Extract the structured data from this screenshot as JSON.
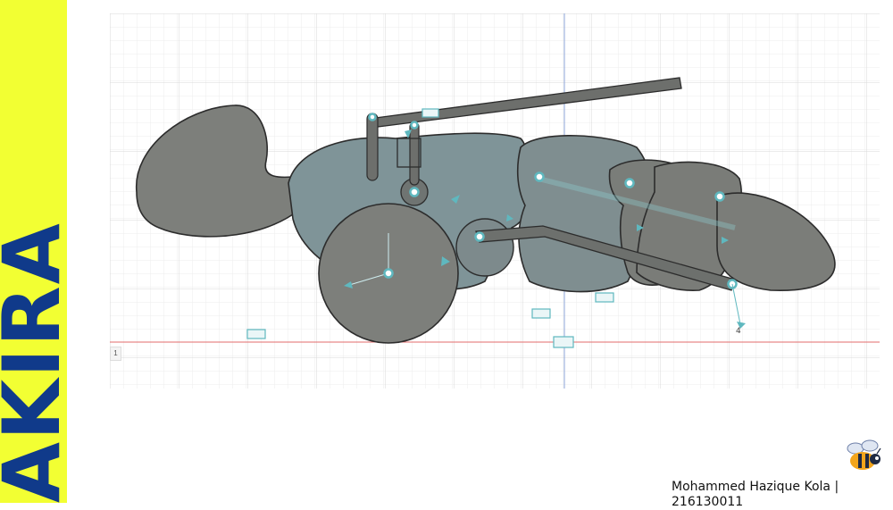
{
  "brand": {
    "text": "AKIRA",
    "color": "#103a8a",
    "background": "#f2ff33"
  },
  "author": {
    "line": "Mohammed Hazique Kola | 216130011"
  },
  "canvas": {
    "side_tab_label": "1",
    "joint_number_label": "4",
    "colors": {
      "body": "#7d7f7b",
      "body_blue": "#7f9498",
      "outline": "#2c2c2c",
      "joint": "#5fb8bf",
      "grid": "#e6e6e6",
      "axis_red": "#e36b6b",
      "axis_blue": "#8da6d8"
    }
  },
  "icons": {
    "joint_marker": "joint-marker-icon",
    "constraint_glyph": "constraint-glyph-icon",
    "robot_logo": "bee-robot-logo-icon"
  }
}
